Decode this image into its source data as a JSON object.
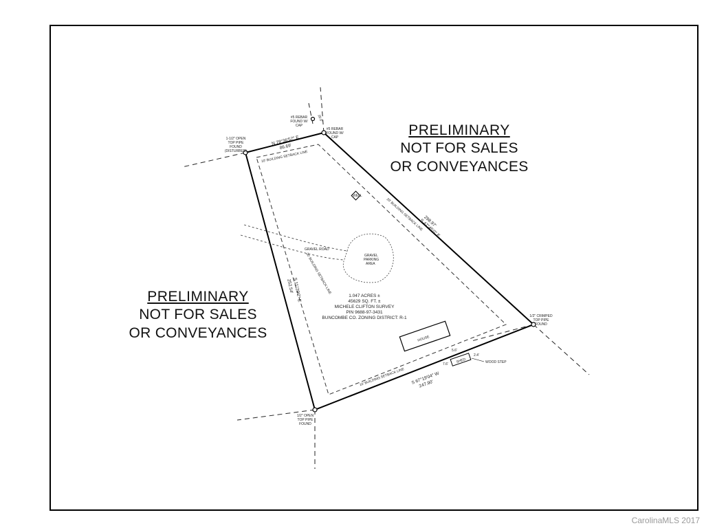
{
  "stamps": {
    "right": {
      "line1": "PRELIMINARY",
      "line2": "NOT FOR SALES",
      "line3": "OR CONVEYANCES"
    },
    "left": {
      "line1": "PRELIMINARY",
      "line2": "NOT FOR SALES",
      "line3": "OR CONVEYANCES"
    }
  },
  "corners": {
    "nw": [
      "1-1/2\" OPEN",
      "TOP PIPE",
      "FOUND",
      "(DISTURBED)"
    ],
    "n_rebar_1": [
      "#5 REBAR",
      "FOUND W/",
      "CAP"
    ],
    "n_rebar_2": [
      "#5 REBAR",
      "FOUND W/",
      "CAP"
    ],
    "se": [
      "1/2\" CRIMPED",
      "TOP PIPE",
      "FOUND"
    ],
    "sw": [
      "1/2\" OPEN",
      "TOP PIPE",
      "FOUND"
    ]
  },
  "bearings": {
    "north": {
      "bearing": "N 79°36'57\" E",
      "distance": "86.69'"
    },
    "tie": {
      "bearing": "S 41°...",
      "distance": "20.0'"
    },
    "east": {
      "bearing": "S 47°45'0\" E",
      "distance": "298.97'"
    },
    "west": {
      "bearing": "S 11°29'2\" E",
      "distance": "252.54'"
    },
    "south": {
      "bearing": "S 67°19'04\" W",
      "distance": "247.90'"
    }
  },
  "setback_labels": {
    "north": "10' BUILDING SETBACK LINE",
    "east": "20' BUILDING SETBACK LINE",
    "west": "20' BUILDING SETBACK LINE",
    "south": "10' BUILDING SETBACK LINE"
  },
  "features": {
    "gravel_road": "GRAVEL ROAD",
    "parking": [
      "GRAVEL",
      "PARKING",
      "AREA"
    ],
    "house": "HOUSE",
    "shed": "SHED",
    "wood_step": "WOOD STEP",
    "dim_1": "7.6'",
    "dim_2": "2.4'",
    "dim_3": "5.6'",
    "well": "WELL"
  },
  "parcel_info": [
    "1.047 ACRES ±",
    "45629 SQ. FT. ±",
    "MICHELE CLIFTON SURVEY",
    "PIN 9688-97-3431",
    "BUNCOMBE CO. ZONING DISTRICT:  R-1"
  ],
  "watermark": "CarolinaMLS 2017"
}
